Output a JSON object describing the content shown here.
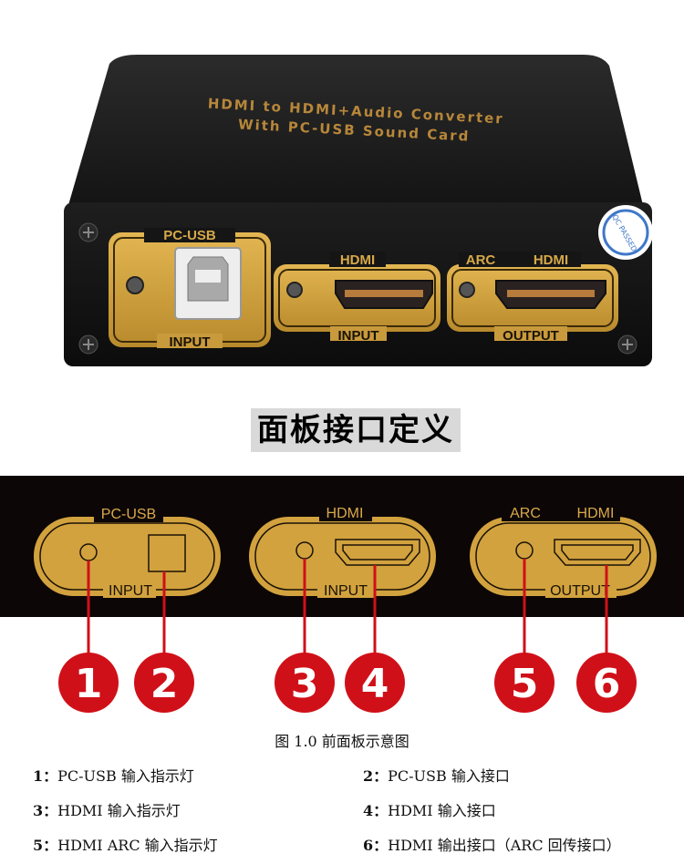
{
  "device": {
    "top_text_line1": "HDMI to HDMI+Audio Converter",
    "top_text_line2": "With PC-USB Sound Card",
    "ports": {
      "pcusb_label": "PC-USB",
      "pcusb_sub": "INPUT",
      "hdmi_in_label": "HDMI",
      "hdmi_in_sub": "INPUT",
      "arc_label": "ARC",
      "hdmi_out_label": "HDMI",
      "hdmi_out_sub": "OUTPUT"
    },
    "sticker_text": "QC PASSED"
  },
  "section_title": "面板接口定义",
  "panel": {
    "pcusb_label": "PC-USB",
    "pcusb_sub": "INPUT",
    "hdmi_in_label": "HDMI",
    "hdmi_in_sub": "INPUT",
    "arc_label": "ARC",
    "hdmi_out_label": "HDMI",
    "hdmi_out_sub": "OUTPUT"
  },
  "callouts": [
    "1",
    "2",
    "3",
    "4",
    "5",
    "6"
  ],
  "figure_caption": "图 1.0 前面板示意图",
  "legend": [
    {
      "num": "1：",
      "text": "PC-USB 输入指示灯"
    },
    {
      "num": "2：",
      "text": "PC-USB 输入接口"
    },
    {
      "num": "3：",
      "text": "HDMI 输入指示灯"
    },
    {
      "num": "4：",
      "text": "HDMI 输入接口"
    },
    {
      "num": "5：",
      "text": "HDMI ARC 输入指示灯"
    },
    {
      "num": "6：",
      "text": "HDMI 输出接口（ARC 回传接口）"
    }
  ],
  "colors": {
    "gold": "#d2a23e",
    "device_body": "#141414",
    "callout_red": "#d01018"
  }
}
